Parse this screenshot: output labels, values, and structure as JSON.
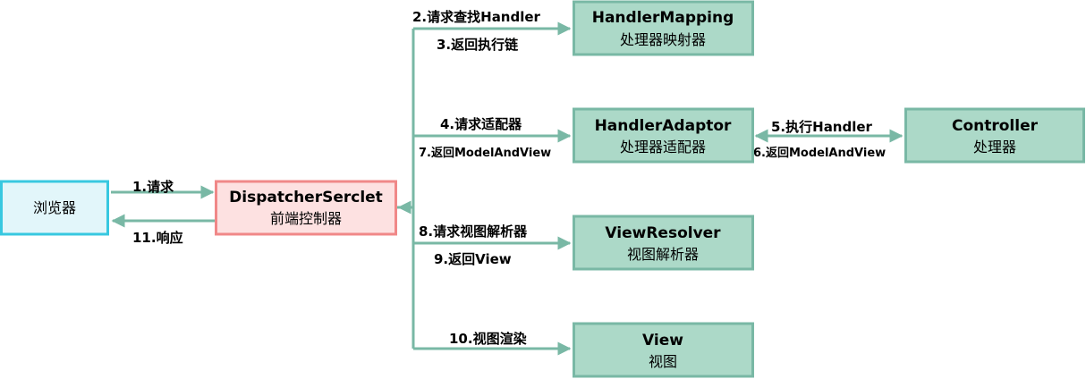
{
  "colors": {
    "browser_fill": "#e2f6fa",
    "browser_stroke": "#38c8e0",
    "dispatcher_fill": "#fde1e1",
    "dispatcher_stroke": "#f08888",
    "component_fill": "#acd9c8",
    "component_stroke": "#79b8a5",
    "arrow": "#79b8a5"
  },
  "nodes": {
    "browser": {
      "title": "浏览器"
    },
    "dispatcher": {
      "title": "DispatcherSerclet",
      "subtitle": "前端控制器"
    },
    "handler_mapping": {
      "title": "HandlerMapping",
      "subtitle": "处理器映射器"
    },
    "handler_adaptor": {
      "title": "HandlerAdaptor",
      "subtitle": "处理器适配器"
    },
    "controller": {
      "title": "Controller",
      "subtitle": "处理器"
    },
    "view_resolver": {
      "title": "ViewResolver",
      "subtitle": "视图解析器"
    },
    "view": {
      "title": "View",
      "subtitle": "视图"
    }
  },
  "edges": {
    "e1": "1.请求",
    "e11": "11.响应",
    "e2": "2.请求查找Handler",
    "e3": "3.返回执行链",
    "e4": "4.请求适配器",
    "e7": "7.返回ModelAndView",
    "e5": "5.执行Handler",
    "e6": "6.返回ModelAndView",
    "e8": "8.请求视图解析器",
    "e9": "9.返回View",
    "e10": "10.视图渲染"
  }
}
